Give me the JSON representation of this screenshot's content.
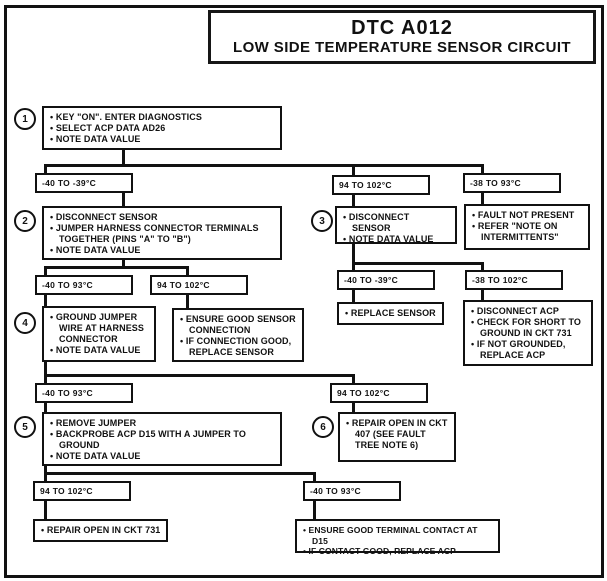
{
  "page": {
    "title_code": "DTC A012",
    "title_text": "LOW SIDE TEMPERATURE SENSOR CIRCUIT"
  },
  "steps": {
    "s1": {
      "num": "1",
      "bullets": [
        "KEY \"ON\". ENTER DIAGNOSTICS",
        "SELECT ACP DATA AD26",
        "NOTE DATA VALUE"
      ]
    },
    "s2": {
      "num": "2",
      "bullets": [
        "DISCONNECT SENSOR",
        "JUMPER HARNESS CONNECTOR TERMINALS TOGETHER (PINS \"A\" TO \"B\")",
        "NOTE DATA VALUE"
      ]
    },
    "s3": {
      "num": "3",
      "bullets": [
        "DISCONNECT SENSOR",
        "NOTE DATA VALUE"
      ]
    },
    "s4": {
      "num": "4",
      "bullets": [
        "GROUND JUMPER WIRE AT HARNESS CONNECTOR",
        "NOTE DATA VALUE"
      ]
    },
    "s5": {
      "num": "5",
      "bullets": [
        "REMOVE JUMPER",
        "BACKPROBE ACP D15 WITH A JUMPER TO GROUND",
        "NOTE DATA VALUE"
      ]
    },
    "s6": {
      "num": "6",
      "bullets": [
        "REPAIR OPEN IN CKT 407 (SEE FAULT TREE NOTE 6)"
      ]
    }
  },
  "actions": {
    "fault_not_present": {
      "bullets": [
        "FAULT NOT PRESENT",
        "REFER \"NOTE ON INTERMITTENTS\""
      ]
    },
    "ensure_sensor": {
      "bullets": [
        "ENSURE GOOD SENSOR CONNECTION",
        "IF CONNECTION GOOD, REPLACE SENSOR"
      ]
    },
    "replace_sensor": {
      "bullets": [
        "REPLACE SENSOR"
      ]
    },
    "disconnect_acp": {
      "bullets": [
        "DISCONNECT ACP",
        "CHECK FOR SHORT TO GROUND IN CKT 731",
        "IF NOT GROUNDED, REPLACE ACP"
      ]
    },
    "repair_ckt_731": {
      "bullets": [
        "REPAIR OPEN IN CKT 731"
      ]
    },
    "ensure_terminal": {
      "bullets": [
        "ENSURE GOOD TERMINAL CONTACT AT D15",
        "IF CONTACT GOOD, REPLACE ACP"
      ]
    }
  },
  "branch_labels": {
    "l1a": "-40 TO -39°C",
    "l1b": "94 TO 102°C",
    "l1c": "-38 TO 93°C",
    "l2a": "-40 TO 93°C",
    "l2b": "94 TO 102°C",
    "l2c": "-40 TO -39°C",
    "l2d": "-38 TO 102°C",
    "l3a": "-40 TO 93°C",
    "l3b": "94 TO 102°C",
    "l4a": "94 TO 102°C",
    "l4b": "-40 TO 93°C"
  },
  "colors": {
    "ink": "#111111",
    "paper": "#ffffff"
  }
}
